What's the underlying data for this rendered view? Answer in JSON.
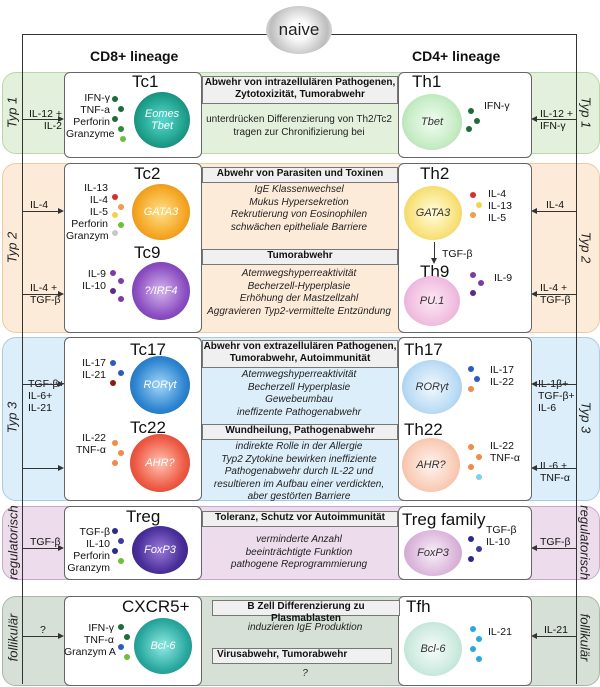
{
  "naive": "naive",
  "lineage_left": "CD8+ lineage",
  "lineage_right": "CD4+ lineage",
  "bands": {
    "typ1": "Typ 1",
    "typ2": "Typ 2",
    "typ3": "Typ 3",
    "reg": "regulatorisch",
    "foll": "follikulär"
  },
  "colors": {
    "green_band": "#e3f1dc",
    "orange_band": "#fdebd9",
    "blue_band": "#dceefa",
    "purple_band": "#ecdcec",
    "gray_band": "#d6e0d6"
  },
  "typ1": {
    "left_input": "IL-12 +\nIL-2",
    "right_input": "IL-12 +\nIFN-γ",
    "tc_name": "Tc1",
    "tc_cytokines": "IFN-γ\nTNF-a\nPerforin\nGranzyme",
    "tc_tf": "Eomes\nTbet",
    "th_name": "Th1",
    "th_cytokines": "IFN-γ",
    "th_tf": "Tbet",
    "header": "Abwehr von intrazellulären Pathogenen,\nZytotoxizität, Tumorabwehr",
    "desc": "unterdrücken Differenzierung von Th2/Tc2\ntragen zur Chronifizierung bei"
  },
  "typ2": {
    "left_input_a": "IL-4",
    "right_input_a": "IL-4",
    "left_input_b": "IL-4 +\nTGF-β",
    "right_input_b": "IL-4 +\nTGF-β",
    "tc2_name": "Tc2",
    "tc2_cytokines": "IL-13\nIL-4\nIL-5\nPerforin\nGranzym",
    "tc2_tf": "GATA3",
    "th2_name": "Th2",
    "th2_cytokines": "IL-4\nIL-13\nIL-5",
    "th2_tf": "GATA3",
    "header_a": "Abwehr von Parasiten und Toxinen",
    "desc_a": "IgE Klassenwechsel\nMukus Hypersekretion\nRekrutierung von Eosinophilen\nschwächen epitheliale Barriere",
    "tgf": "TGF-β",
    "tc9_name": "Tc9",
    "tc9_cytokines": "IL-9\nIL-10",
    "tc9_tf": "?/IRF4",
    "th9_name": "Th9",
    "th9_cytokines": "IL-9",
    "th9_tf": "PU.1",
    "header_b": "Tumorabwehr",
    "desc_b": "Atemwegshyperreaktivität\nBecherzell-Hyperplasie\nErhöhung der Mastzellzahl\nAggravieren Typ2-vermittelte Entzündung"
  },
  "typ3": {
    "left_input_a": "TGF-β+\nIL-6+\nIL-21",
    "right_input_a": "IL-1β+\nTGF-β+\nIL-6",
    "right_input_b": "IL-6 +\nTNF-α",
    "tc17_name": "Tc17",
    "tc17_cytokines": "IL-17\nIL-21",
    "tc17_tf": "RORγt",
    "th17_name": "Th17",
    "th17_cytokines": "IL-17\nIL-22",
    "th17_tf": "RORγt",
    "header_a": "Abwehr von extrazellulären Pathogenen,\nTumorabwehr, Autoimmunität",
    "desc_a": "Atemwegshyperreaktivität\nBecherzell Hyperplasie\nGewebeumbau\nineffizente Pathogenabwehr",
    "tc22_name": "Tc22",
    "tc22_cytokines": "IL-22\nTNF-α",
    "tc22_tf": "AHR?",
    "th22_name": "Th22",
    "th22_cytokines": "IL-22\nTNF-α",
    "th22_tf": "AHR?",
    "header_b": "Wundheilung, Pathogenabwehr",
    "desc_b": "indirekte Rolle in der Allergie\nTyp2 Zytokine bewirken ineffiziente\nPathogenabwehr durch IL-22 und\nresultieren im Aufbau einer verdickten,\naber gestörten Barriere"
  },
  "reg": {
    "left_input": "TGF-β",
    "right_input": "TGF-β",
    "tc_name": "Treg",
    "tc_cytokines": "TGF-β\nIL-10\nPerforin\nGranzym",
    "tc_tf": "FoxP3",
    "th_name": "Treg family",
    "th_cytokines": "TGF-β\nIL-10",
    "th_tf": "FoxP3",
    "header": "Toleranz, Schutz vor Autoimmunität",
    "desc": "verminderte Anzahl\nbeeinträchtigte Funktion\npathogene Reprogrammierung"
  },
  "foll": {
    "left_input": "?",
    "right_input": "IL-21",
    "tc_name": "CXCR5+",
    "tc_cytokines": "IFN-γ\nTNF-α\nGranzym A",
    "tc_tf": "Bcl-6",
    "th_name": "Tfh",
    "th_cytokines": "IL-21",
    "th_tf": "Bcl-6",
    "header_a": "B Zell Differenzierung zu Plasmablasten",
    "desc_a": "induzieren IgE Produktion",
    "header_b": "Virusabwehr, Tumorabwehr",
    "desc_b": "?"
  }
}
